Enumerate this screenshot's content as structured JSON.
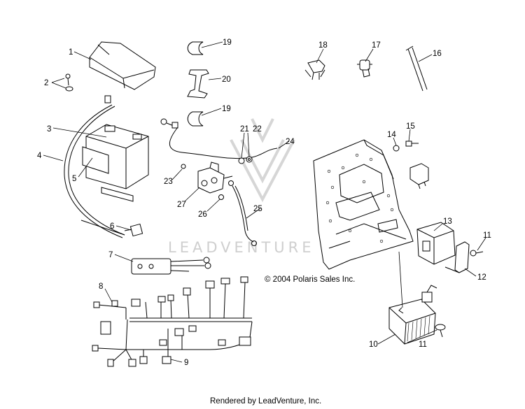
{
  "watermark": "LEADVENTURE",
  "copyright": "© 2004 Polaris Sales Inc.",
  "footer": "Rendered by LeadVenture, Inc.",
  "callouts": [
    "1",
    "2",
    "3",
    "4",
    "5",
    "6",
    "7",
    "8",
    "9",
    "10",
    "11",
    "11",
    "12",
    "13",
    "14",
    "15",
    "16",
    "17",
    "18",
    "19",
    "19",
    "20",
    "21",
    "22",
    "23",
    "24",
    "25",
    "26",
    "27"
  ]
}
